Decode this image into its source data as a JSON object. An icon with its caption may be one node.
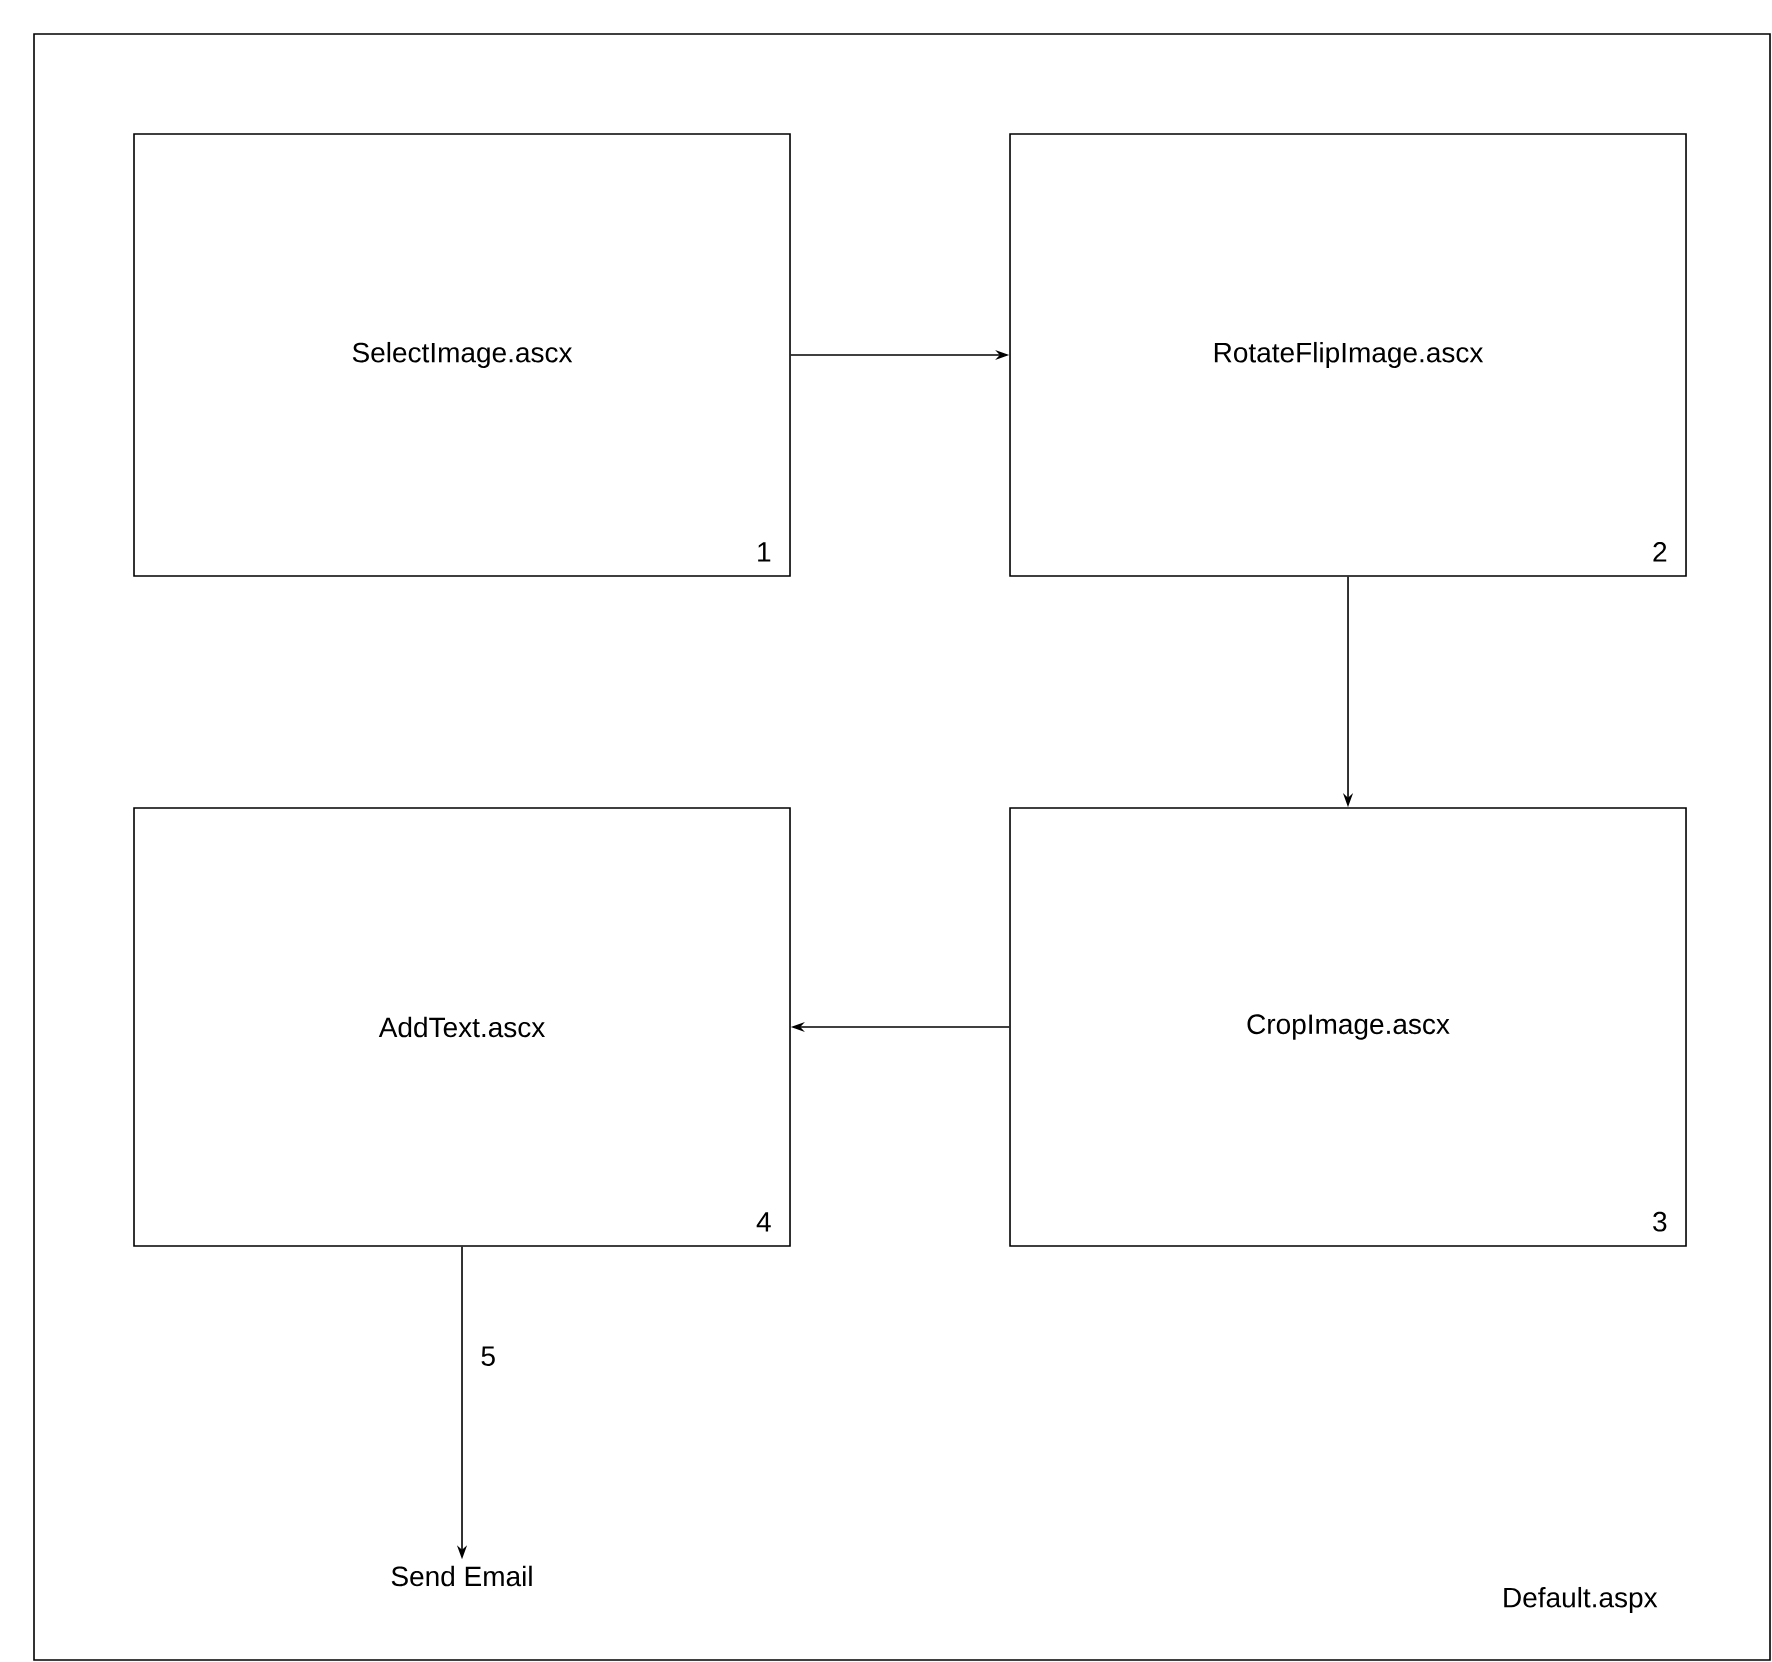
{
  "diagram": {
    "nodes": [
      {
        "text": [
          "Default.aspx"
        ]
      },
      {
        "text": [
          "SelectImage.ascx",
          "1"
        ],
        "in": 0
      },
      {
        "text": [
          "RotateFlipImage.ascx",
          "2"
        ],
        "in": 0
      },
      {
        "text": [
          "AddText.ascx",
          "4"
        ],
        "in": 0
      },
      {
        "text": [
          "CropImage.ascx",
          "3"
        ],
        "in": 0
      },
      {
        "text": [
          "Send Email"
        ],
        "in": 0
      }
    ],
    "edges": [
      {
        "from": 1,
        "to": 2,
        "arrow": "to"
      },
      {
        "from": 2,
        "to": 4,
        "arrow": "to"
      },
      {
        "from": 4,
        "to": 3,
        "arrow": "to"
      },
      {
        "from": 3,
        "to": 5,
        "arrow": "to",
        "label": "5"
      }
    ]
  }
}
